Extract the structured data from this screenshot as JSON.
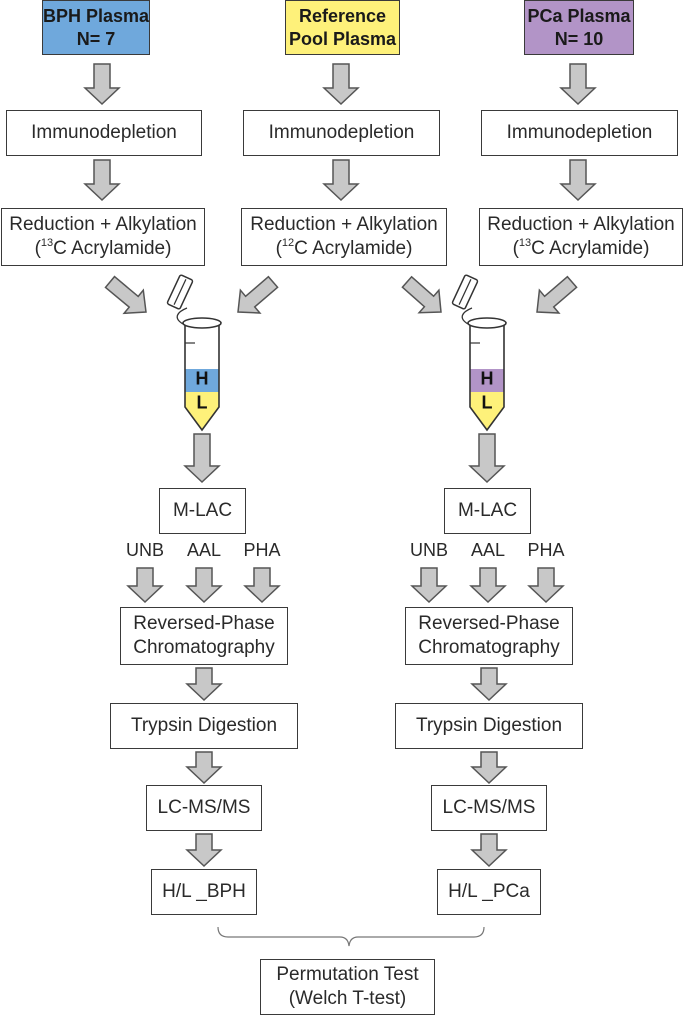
{
  "colors": {
    "bph": "#6fa8dc",
    "reference": "#fef17a",
    "pca": "#b294c7",
    "arrow_fill": "#c8c8c8",
    "arrow_stroke": "#555555"
  },
  "headers": {
    "bph": {
      "line1": "BPH Plasma",
      "line2": "N= 7"
    },
    "reference": {
      "line1": "Reference",
      "line2": "Pool Plasma"
    },
    "pca": {
      "line1": "PCa Plasma",
      "line2": "N= 10"
    }
  },
  "steps": {
    "immunodepletion": "Immunodepletion",
    "reduction_alkylation": "Reduction + Alkylation",
    "heavy_isotope": "13",
    "light_isotope": "12",
    "acrylamide": "C Acrylamide)",
    "open_paren": "(",
    "mlac": "M-LAC",
    "fraction_unb": "UNB",
    "fraction_aal": "AAL",
    "fraction_pha": "PHA",
    "rp_line1": "Reversed-Phase",
    "rp_line2": "Chromatography",
    "trypsin": "Trypsin Digestion",
    "lcms": "LC-MS/MS",
    "ratio_bph": "H/L _BPH",
    "ratio_pca": "H/L _PCa",
    "perm_line1": "Permutation Test",
    "perm_line2": "(Welch T-test)"
  },
  "tube_labels": {
    "heavy": "H",
    "light": "L"
  }
}
